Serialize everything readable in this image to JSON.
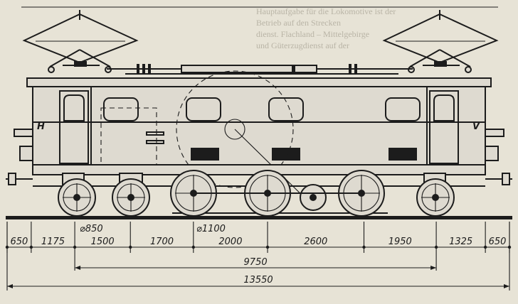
{
  "diagram": {
    "side_labels": {
      "left": "H",
      "right": "V"
    },
    "wheel_labels": {
      "small": "⌀850",
      "large": "⌀1100"
    },
    "segment_dimensions": [
      {
        "label": "650",
        "value": 650
      },
      {
        "label": "1175",
        "value": 1175
      },
      {
        "label": "1500",
        "value": 1500
      },
      {
        "label": "1700",
        "value": 1700
      },
      {
        "label": "2000",
        "value": 2000
      },
      {
        "label": "2600",
        "value": 2600
      },
      {
        "label": "1950",
        "value": 1950
      },
      {
        "label": "1325",
        "value": 1325
      },
      {
        "label": "650",
        "value": 650
      }
    ],
    "wheelbase": {
      "label": "9750",
      "value": 9750
    },
    "overall_length": {
      "label": "13550",
      "value": 13550
    }
  },
  "background_text": {
    "lines": [
      "Hauptaufgabe für die Lokomotive ist der",
      "Betrieb auf den Strecken",
      "dienst. Flachland – Mittelgebirge",
      "und Güterzugdienst auf der"
    ]
  },
  "colors": {
    "paper": "#e7e3d6",
    "ink": "#1c1c1c"
  }
}
